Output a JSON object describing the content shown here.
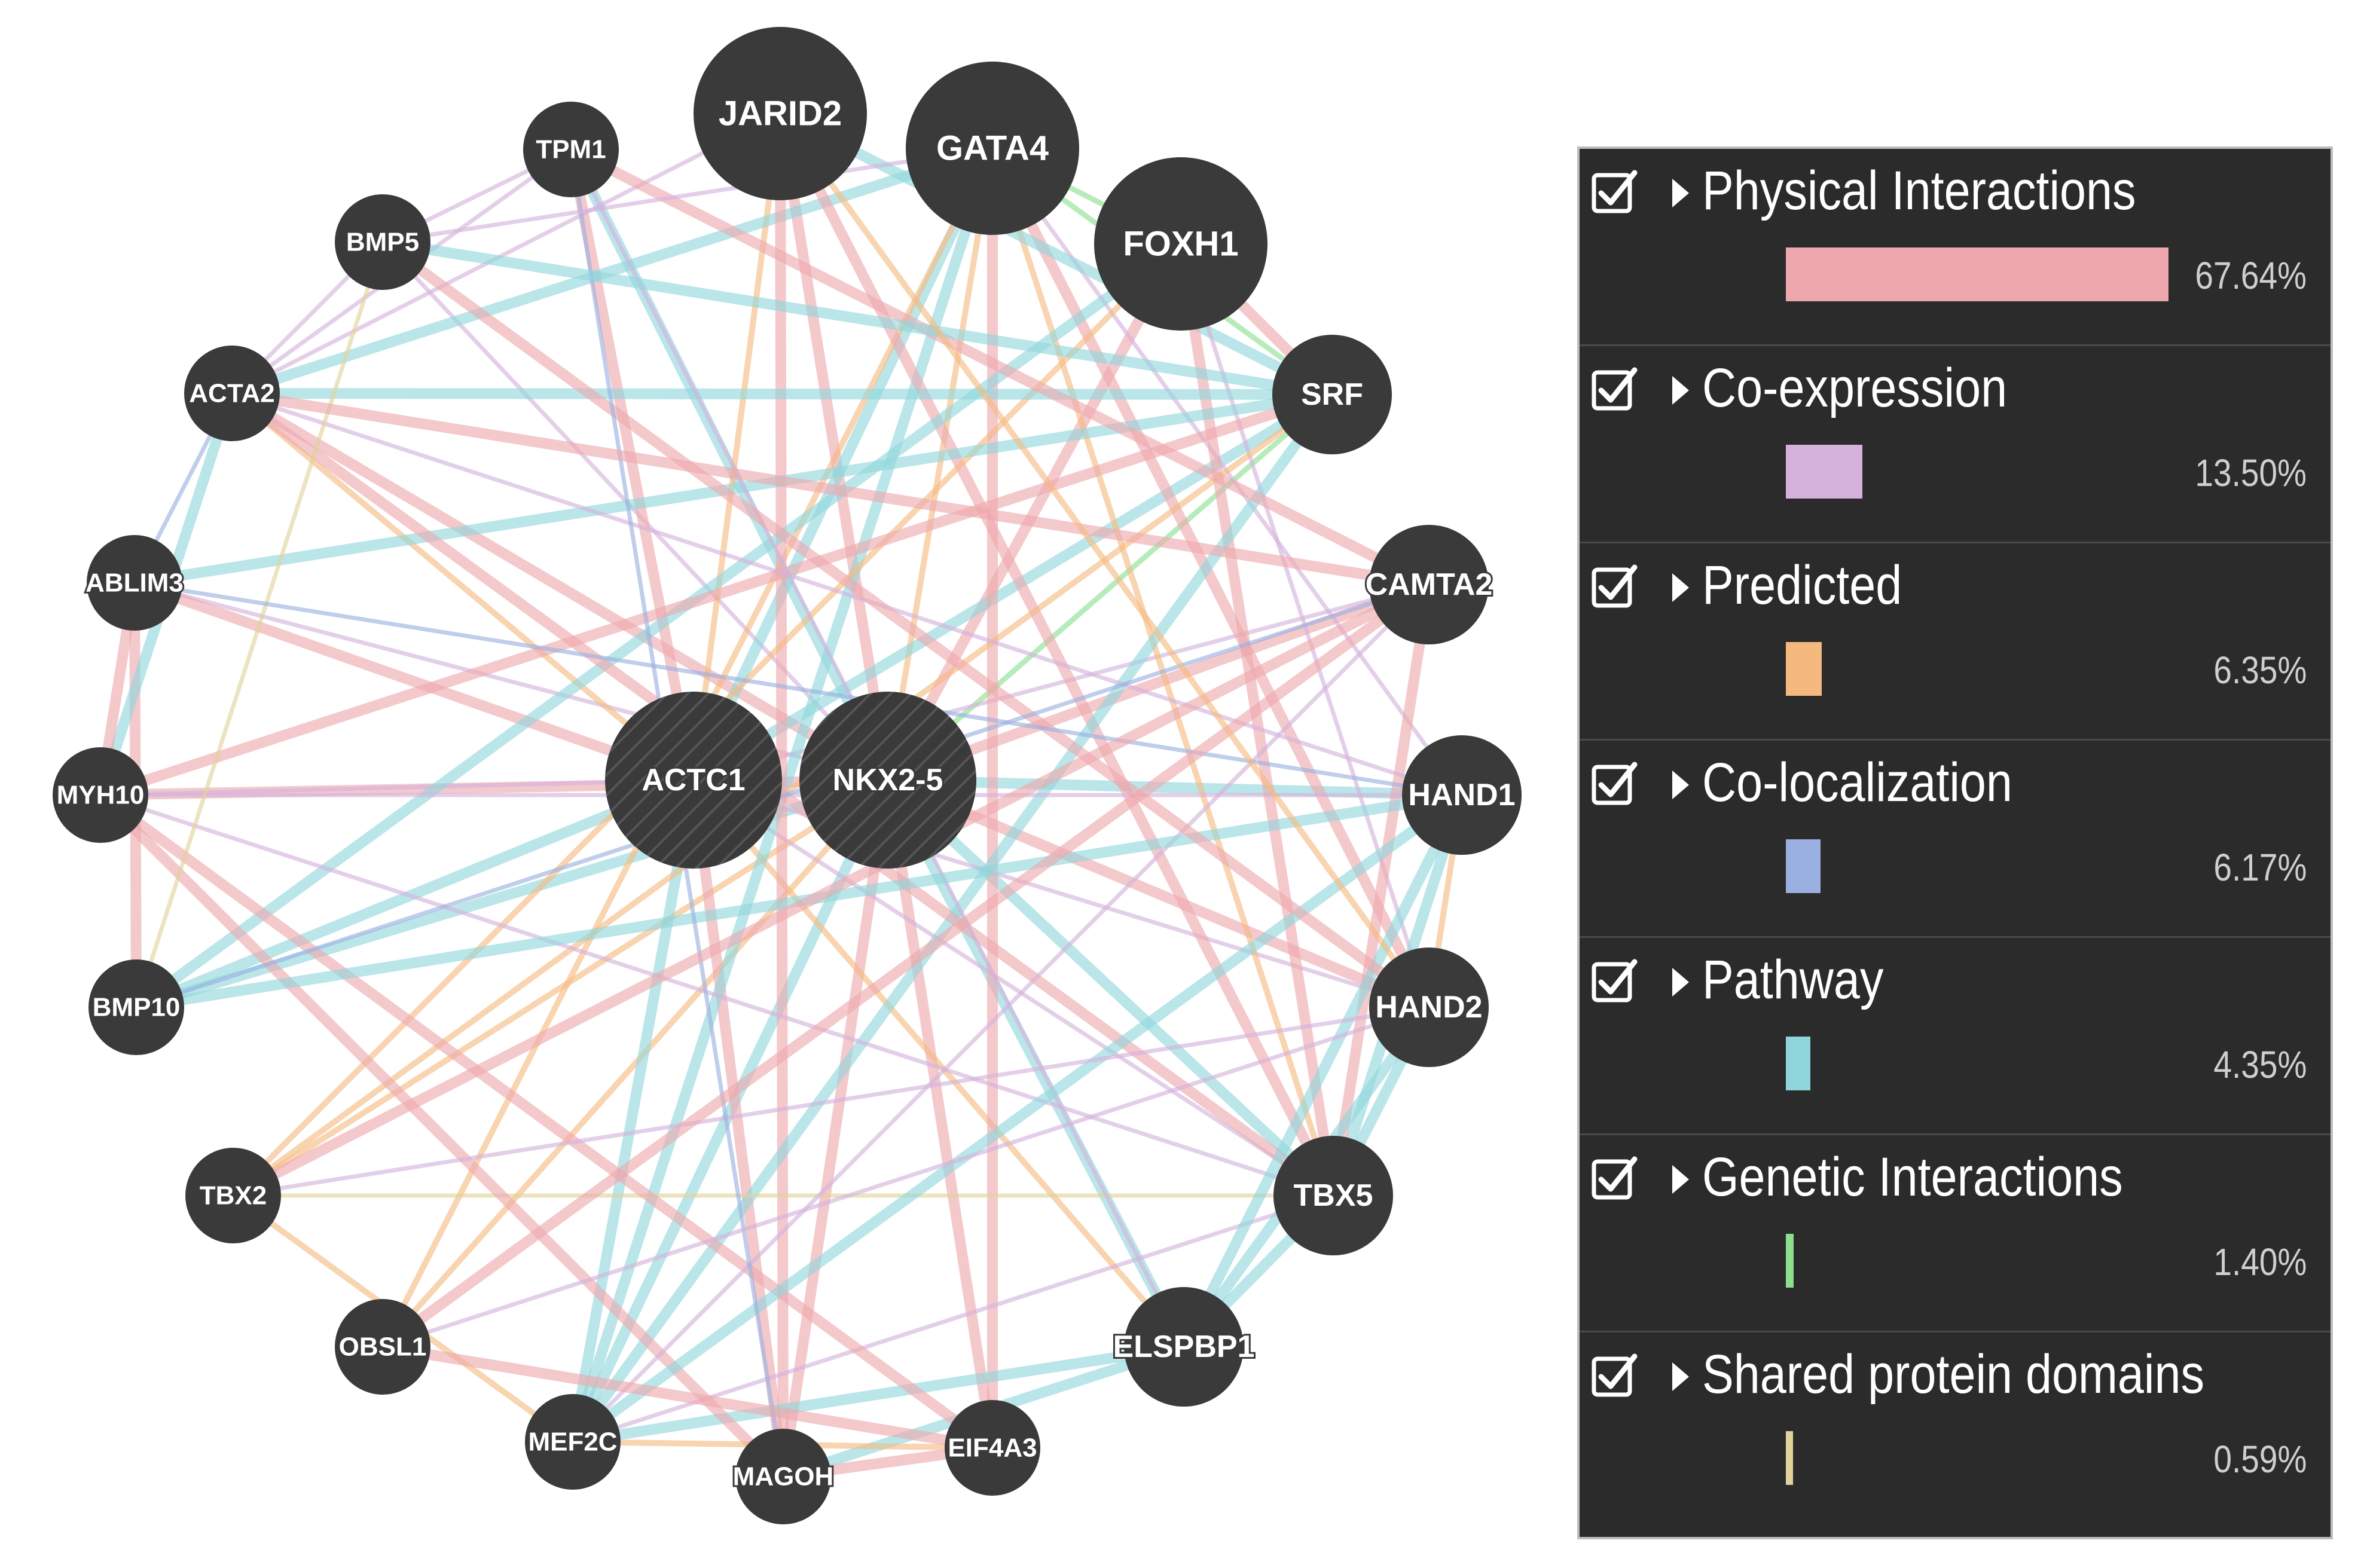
{
  "colors": {
    "node_fill": "#3a3a3a",
    "physical": "#eea8ad",
    "coexpression": "#d4b2dc",
    "predicted": "#f5b97f",
    "colocalization": "#9ab0e0",
    "pathway": "#8fd6dc",
    "genetic": "#8be08f",
    "shared": "#e0d29a"
  },
  "network": {
    "nodes": [
      {
        "id": "JARID2",
        "label": "JARID2",
        "size": "large"
      },
      {
        "id": "GATA4",
        "label": "GATA4",
        "size": "large"
      },
      {
        "id": "FOXH1",
        "label": "FOXH1",
        "size": "large"
      },
      {
        "id": "TPM1",
        "label": "TPM1",
        "size": "small"
      },
      {
        "id": "BMP5",
        "label": "BMP5",
        "size": "small"
      },
      {
        "id": "ACTA2",
        "label": "ACTA2",
        "size": "small"
      },
      {
        "id": "SRF",
        "label": "SRF",
        "size": "medium"
      },
      {
        "id": "ABLIM3",
        "label": "ABLIM3",
        "size": "small"
      },
      {
        "id": "CAMTA2",
        "label": "CAMTA2",
        "size": "medium"
      },
      {
        "id": "MYH10",
        "label": "MYH10",
        "size": "small"
      },
      {
        "id": "ACTC1",
        "label": "ACTC1",
        "size": "query"
      },
      {
        "id": "NKX2-5",
        "label": "NKX2-5",
        "size": "query"
      },
      {
        "id": "HAND1",
        "label": "HAND1",
        "size": "medium"
      },
      {
        "id": "BMP10",
        "label": "BMP10",
        "size": "small"
      },
      {
        "id": "HAND2",
        "label": "HAND2",
        "size": "medium"
      },
      {
        "id": "TBX2",
        "label": "TBX2",
        "size": "small"
      },
      {
        "id": "TBX5",
        "label": "TBX5",
        "size": "medium"
      },
      {
        "id": "OBSL1",
        "label": "OBSL1",
        "size": "small"
      },
      {
        "id": "ELSPBP1",
        "label": "ELSPBP1",
        "size": "medium"
      },
      {
        "id": "MEF2C",
        "label": "MEF2C",
        "size": "small"
      },
      {
        "id": "MAGOH",
        "label": "MAGOH",
        "size": "small"
      },
      {
        "id": "EIF4A3",
        "label": "EIF4A3",
        "size": "small"
      }
    ],
    "edges": [
      [
        "NKX2-5",
        "JARID2",
        "physical"
      ],
      [
        "NKX2-5",
        "GATA4",
        "predicted"
      ],
      [
        "NKX2-5",
        "FOXH1",
        "physical"
      ],
      [
        "NKX2-5",
        "SRF",
        "genetic"
      ],
      [
        "NKX2-5",
        "CAMTA2",
        "physical"
      ],
      [
        "NKX2-5",
        "HAND1",
        "pathway"
      ],
      [
        "NKX2-5",
        "HAND2",
        "physical"
      ],
      [
        "NKX2-5",
        "TBX5",
        "pathway"
      ],
      [
        "NKX2-5",
        "ELSPBP1",
        "pathway"
      ],
      [
        "NKX2-5",
        "EIF4A3",
        "physical"
      ],
      [
        "NKX2-5",
        "MAGOH",
        "physical"
      ],
      [
        "NKX2-5",
        "MEF2C",
        "pathway"
      ],
      [
        "NKX2-5",
        "OBSL1",
        "predicted"
      ],
      [
        "NKX2-5",
        "TBX2",
        "predicted"
      ],
      [
        "NKX2-5",
        "BMP10",
        "pathway"
      ],
      [
        "NKX2-5",
        "MYH10",
        "physical"
      ],
      [
        "NKX2-5",
        "ABLIM3",
        "coexpression"
      ],
      [
        "NKX2-5",
        "ACTA2",
        "physical"
      ],
      [
        "NKX2-5",
        "BMP5",
        "coexpression"
      ],
      [
        "NKX2-5",
        "TPM1",
        "pathway"
      ],
      [
        "ACTC1",
        "JARID2",
        "predicted"
      ],
      [
        "ACTC1",
        "TPM1",
        "physical"
      ],
      [
        "ACTC1",
        "ACTA2",
        "predicted"
      ],
      [
        "ACTC1",
        "MYH10",
        "coexpression"
      ],
      [
        "ACTC1",
        "MAGOH",
        "physical"
      ],
      [
        "ACTC1",
        "MEF2C",
        "pathway"
      ],
      [
        "ACTC1",
        "HAND2",
        "coexpression"
      ],
      [
        "ACTC1",
        "SRF",
        "pathway"
      ],
      [
        "ACTC1",
        "TBX5",
        "coexpression"
      ],
      [
        "ACTC1",
        "ABLIM3",
        "physical"
      ],
      [
        "ACTC1",
        "BMP10",
        "pathway"
      ],
      [
        "ACTC1",
        "GATA4",
        "pathway"
      ],
      [
        "ACTC1",
        "CAMTA2",
        "coexpression"
      ],
      [
        "ACTC1",
        "ELSPBP1",
        "predicted"
      ],
      [
        "GATA4",
        "HAND2",
        "physical"
      ],
      [
        "GATA4",
        "TBX5",
        "predicted"
      ],
      [
        "GATA4",
        "SRF",
        "genetic"
      ],
      [
        "GATA4",
        "FOXH1",
        "genetic"
      ],
      [
        "GATA4",
        "MEF2C",
        "pathway"
      ],
      [
        "GATA4",
        "HAND1",
        "coexpression"
      ],
      [
        "GATA4",
        "ACTA2",
        "pathway"
      ],
      [
        "GATA4",
        "OBSL1",
        "predicted"
      ],
      [
        "GATA4",
        "EIF4A3",
        "physical"
      ],
      [
        "JARID2",
        "TBX5",
        "physical"
      ],
      [
        "JARID2",
        "SRF",
        "pathway"
      ],
      [
        "JARID2",
        "ACTA2",
        "coexpression"
      ],
      [
        "JARID2",
        "MAGOH",
        "physical"
      ],
      [
        "FOXH1",
        "TBX5",
        "physical"
      ],
      [
        "FOXH1",
        "SRF",
        "physical"
      ],
      [
        "FOXH1",
        "HAND2",
        "coexpression"
      ],
      [
        "FOXH1",
        "TBX2",
        "predicted"
      ],
      [
        "FOXH1",
        "BMP10",
        "pathway"
      ],
      [
        "SRF",
        "ACTA2",
        "pathway"
      ],
      [
        "SRF",
        "ABLIM3",
        "pathway"
      ],
      [
        "SRF",
        "TBX2",
        "predicted"
      ],
      [
        "SRF",
        "MEF2C",
        "pathway"
      ],
      [
        "SRF",
        "MYH10",
        "physical"
      ],
      [
        "TBX5",
        "HAND1",
        "pathway"
      ],
      [
        "TBX5",
        "HAND2",
        "pathway"
      ],
      [
        "TBX5",
        "TBX2",
        "shared"
      ],
      [
        "TBX5",
        "ELSPBP1",
        "pathway"
      ],
      [
        "TBX5",
        "MEF2C",
        "coexpression"
      ],
      [
        "TBX5",
        "ACTA2",
        "physical"
      ],
      [
        "TBX5",
        "MYH10",
        "coexpression"
      ],
      [
        "TBX5",
        "CAMTA2",
        "physical"
      ],
      [
        "ELSPBP1",
        "HAND1",
        "pathway"
      ],
      [
        "ELSPBP1",
        "HAND2",
        "pathway"
      ],
      [
        "ELSPBP1",
        "MEF2C",
        "pathway"
      ],
      [
        "ELSPBP1",
        "MAGOH",
        "pathway"
      ],
      [
        "ELSPBP1",
        "TPM1",
        "coexpression"
      ],
      [
        "MYH10",
        "EIF4A3",
        "physical"
      ],
      [
        "MYH10",
        "MAGOH",
        "physical"
      ],
      [
        "MYH10",
        "HAND1",
        "coexpression"
      ],
      [
        "MAGOH",
        "EIF4A3",
        "physical"
      ],
      [
        "MEF2C",
        "EIF4A3",
        "predicted"
      ],
      [
        "MEF2C",
        "HAND1",
        "pathway"
      ],
      [
        "MEF2C",
        "CAMTA2",
        "coexpression"
      ],
      [
        "HAND1",
        "HAND2",
        "predicted"
      ],
      [
        "HAND1",
        "ACTA2",
        "coexpression"
      ],
      [
        "HAND1",
        "BMP10",
        "pathway"
      ],
      [
        "HAND2",
        "TBX2",
        "coexpression"
      ],
      [
        "HAND2",
        "BMP5",
        "physical"
      ],
      [
        "TPM1",
        "ACTA2",
        "coexpression"
      ],
      [
        "TPM1",
        "BMP5",
        "coexpression"
      ],
      [
        "TPM1",
        "CAMTA2",
        "physical"
      ],
      [
        "TPM1",
        "MAGOH",
        "colocalization"
      ],
      [
        "BMP5",
        "BMP10",
        "shared"
      ],
      [
        "BMP5",
        "ACTA2",
        "coexpression"
      ],
      [
        "BMP5",
        "SRF",
        "pathway"
      ],
      [
        "BMP10",
        "ABLIM3",
        "physical"
      ],
      [
        "BMP10",
        "CAMTA2",
        "colocalization"
      ],
      [
        "ACTA2",
        "ABLIM3",
        "colocalization"
      ],
      [
        "ACTA2",
        "MYH10",
        "pathway"
      ],
      [
        "ACTA2",
        "CAMTA2",
        "physical"
      ],
      [
        "ABLIM3",
        "HAND1",
        "colocalization"
      ],
      [
        "ABLIM3",
        "MYH10",
        "physical"
      ],
      [
        "TBX2",
        "CAMTA2",
        "physical"
      ],
      [
        "TBX2",
        "MEF2C",
        "predicted"
      ],
      [
        "OBSL1",
        "HAND2",
        "coexpression"
      ],
      [
        "OBSL1",
        "EIF4A3",
        "physical"
      ],
      [
        "CAMTA2",
        "OBSL1",
        "physical"
      ],
      [
        "GATA4",
        "BMP5",
        "coexpression"
      ],
      [
        "JARID2",
        "HAND2",
        "predicted"
      ]
    ]
  },
  "legend": {
    "items": [
      {
        "label": "Physical Interactions",
        "percent": "67.64%",
        "fraction": 0.6764,
        "color_key": "physical"
      },
      {
        "label": "Co-expression",
        "percent": "13.50%",
        "fraction": 0.135,
        "color_key": "coexpression"
      },
      {
        "label": "Predicted",
        "percent": "6.35%",
        "fraction": 0.0635,
        "color_key": "predicted"
      },
      {
        "label": "Co-localization",
        "percent": "6.17%",
        "fraction": 0.0617,
        "color_key": "colocalization"
      },
      {
        "label": "Pathway",
        "percent": "4.35%",
        "fraction": 0.0435,
        "color_key": "pathway"
      },
      {
        "label": "Genetic Interactions",
        "percent": "1.40%",
        "fraction": 0.014,
        "color_key": "genetic"
      },
      {
        "label": "Shared protein domains",
        "percent": "0.59%",
        "fraction": 0.0059,
        "color_key": "shared"
      }
    ]
  }
}
